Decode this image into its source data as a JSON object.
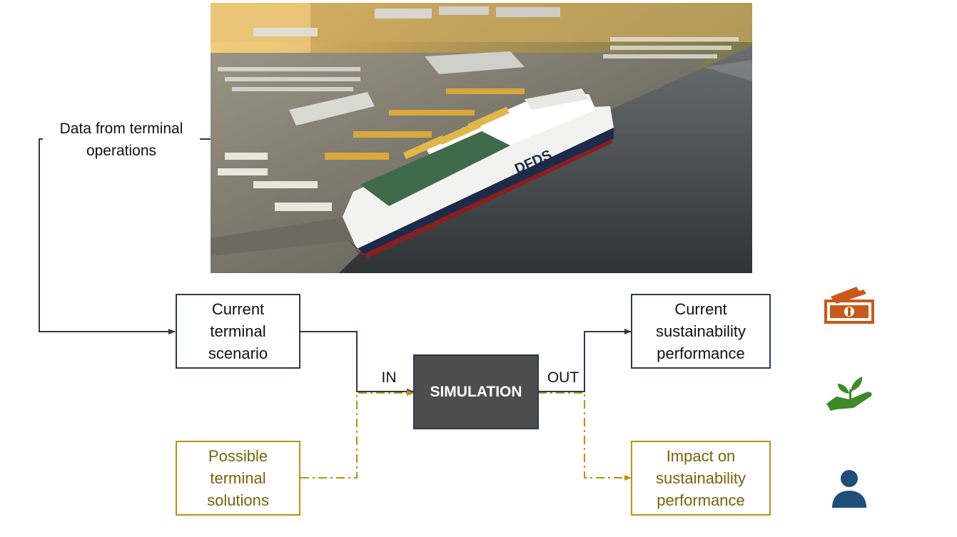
{
  "labels": {
    "data_source": "Data from terminal\noperations",
    "in": "IN",
    "out": "OUT"
  },
  "boxes": {
    "current_scenario": "Current\nterminal\nscenario",
    "possible_solutions": "Possible\nterminal\nsolutions",
    "simulation": "SIMULATION",
    "current_performance": "Current\nsustainability\nperformance",
    "impact_performance": "Impact on\nsustainability\nperformance"
  },
  "photo": {
    "ship_brand": "DFDS"
  },
  "icons": {
    "economic": "money-icon",
    "environmental": "hand-plant-icon",
    "social": "person-icon"
  },
  "colors": {
    "dark_line": "#2e3a4b",
    "gold_line": "#b8940a",
    "simulation_fill": "#4d4d4d",
    "money": "#c8591a",
    "plant": "#3e8a2a",
    "person": "#1f4e79"
  }
}
